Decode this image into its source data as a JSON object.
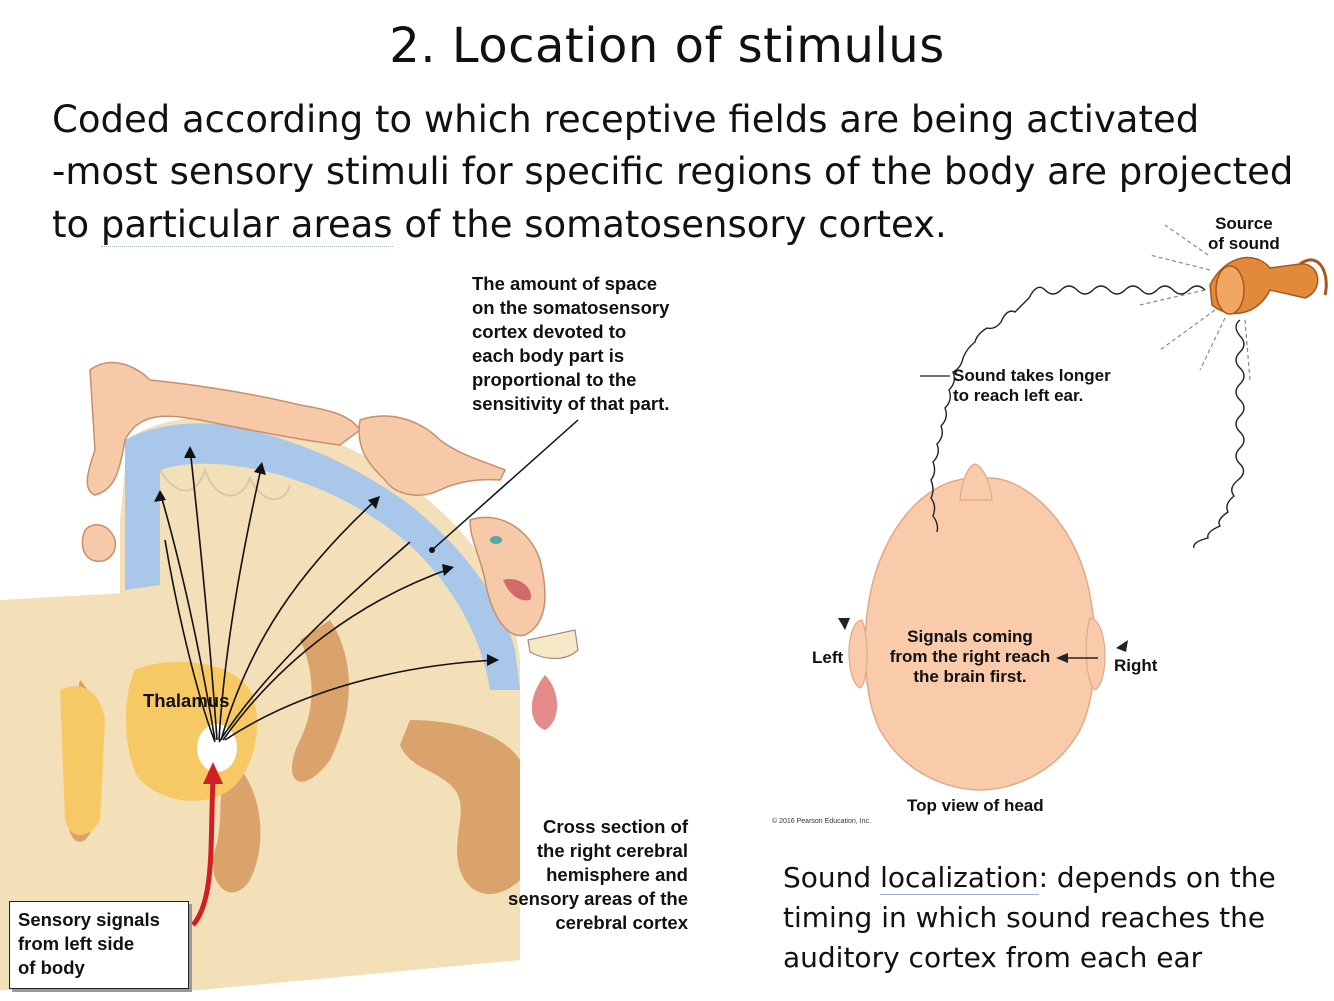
{
  "title": "2. Location of stimulus",
  "body": {
    "line1": "Coded according to which receptive fields are being activated",
    "line2": "-most sensory stimuli for specific regions of the body are projected",
    "line3_a": "to ",
    "line3_b": "particular areas",
    "line3_c": " of the somatosensory cortex."
  },
  "left_figure": {
    "cortex_note": {
      "l1": "The amount of space",
      "l2_a": "on the ",
      "l2_b": "somatosensory",
      "l3_a": "cortex",
      "l3_b": " devoted to",
      "l4": "each body part is",
      "l5": "proportional to the",
      "l6": "sensitivity of that part."
    },
    "thalamus_label": "Thalamus",
    "cross_section": {
      "l1": "Cross section of",
      "l2": "the right cerebral",
      "l3": "hemisphere and",
      "l4": "sensory areas of the",
      "l5": "cerebral cortex"
    },
    "sensory_box": {
      "l1": "Sensory signals",
      "l2": "from left side",
      "l3": "of body"
    }
  },
  "right_figure": {
    "source": {
      "l1": "Source",
      "l2": "of sound"
    },
    "longer": {
      "l1": "Sound takes longer",
      "l2": "to reach left ear."
    },
    "signals": {
      "l1": "Signals coming",
      "l2": "from the right reach",
      "l3": "the brain first."
    },
    "left_label": "Left",
    "right_label": "Right",
    "top_view": "Top view of head",
    "copyright": "© 2016 Pearson Education, Inc."
  },
  "caption": {
    "a": "Sound ",
    "b": "localization",
    "c": ": depends on the",
    "l2": "timing in which sound reaches the",
    "l3": "auditory cortex from each ear"
  },
  "colors": {
    "cortex_blue": "#a9c7e8",
    "brain_tan": "#f3dfb8",
    "thalamus_yellow": "#f7c964",
    "fold_brown": "#d9a36b",
    "skin": "#f6c9a8",
    "trumpet": "#e2893a",
    "signal_arrow": "#d11f24"
  }
}
